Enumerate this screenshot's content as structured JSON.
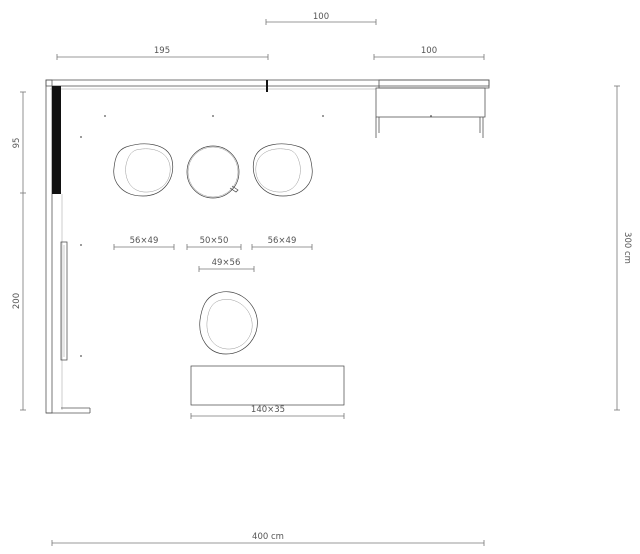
{
  "dimensions": {
    "top_left_width": "195",
    "top_center_width": "100",
    "top_right_width": "100",
    "left_upper_height": "95",
    "left_lower_height": "200",
    "right_total_height": "300 cm",
    "bottom_total_width": "400 cm"
  },
  "furniture": {
    "chair_left": "56×49",
    "table_round": "50×50",
    "chair_right": "56×49",
    "chair_lower": "49×56",
    "bench": "140×35"
  }
}
